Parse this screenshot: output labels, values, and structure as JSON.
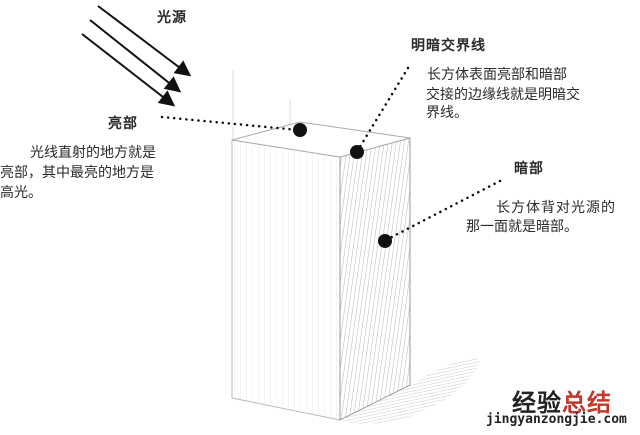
{
  "light_source": {
    "label": "光源"
  },
  "terminator": {
    "title": "明暗交界线",
    "desc": [
      "长方体表面亮部和暗部",
      "交接的边缘线就是明暗交",
      "界线。"
    ]
  },
  "highlight": {
    "title": "亮部",
    "desc": [
      "光线直射的地方就是",
      "亮部，其中最亮的地方是",
      "高光。"
    ]
  },
  "shadow_side": {
    "title": "暗部",
    "desc": [
      "长方体背对光源的",
      "那一面就是暗部。"
    ]
  },
  "watermark": {
    "part1": "经验",
    "part2": "总结",
    "url": "jingyanzongjie.com",
    "color1": "#222222",
    "color2": "#c0392b"
  }
}
